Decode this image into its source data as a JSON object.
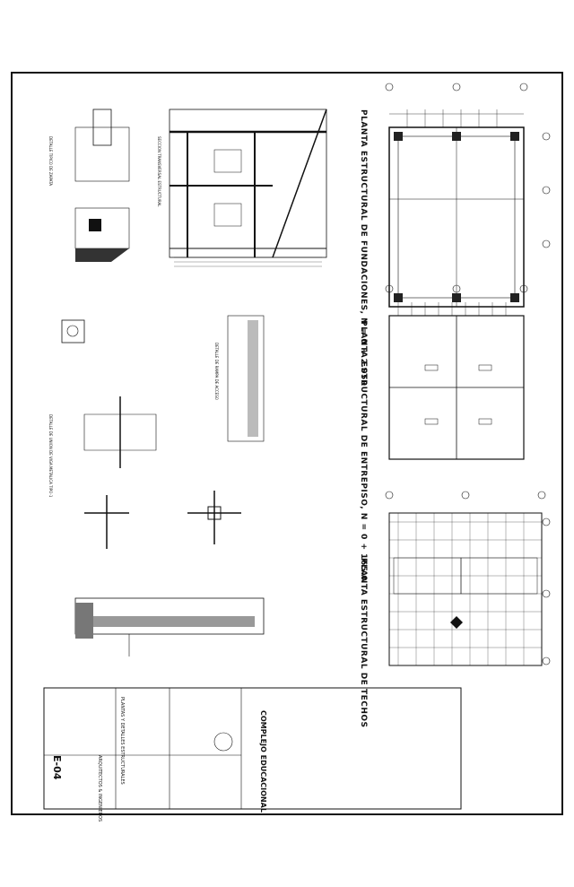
{
  "sheet": {
    "plan_titles": {
      "foundations": "PLANTA ESTRUCTURAL DE FUNDACIONES, N = 0 + 2.050",
      "mezzanine": "PLANTA ESTRUCTURAL DE ENTREPISO, N = 0 + 165.0",
      "roof": "PLANTA ESTRUCTURAL DE TECHOS"
    },
    "detail_titles": {
      "section": "SECCION TRANSVERSAL ESTRUCTURAL",
      "footing": "DETALLE TIPICO DE ZAPATA",
      "column": "DETALLE DE UNION DE VIGA METALICA TIPO-1",
      "beam_detail": "DETALLE DE RAMPA DE ACCESO"
    },
    "title_block": {
      "project": "COMPLEJO EDUCACIONAL",
      "sheet_number": "E-04",
      "firm": "ARQUITECTOS & INGENIEROS",
      "contents": "PLANTAS Y DETALLES ESTRUCTURALES"
    }
  }
}
